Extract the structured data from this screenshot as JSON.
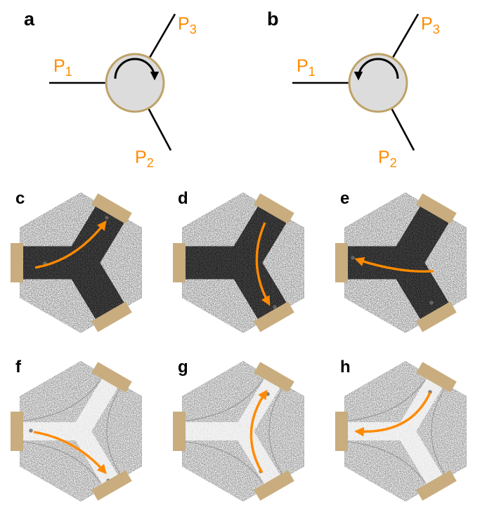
{
  "colors": {
    "orange": "#ff8a00",
    "pad_tan": "#c9ad7e",
    "circle_fill": "#dcdcdc",
    "circle_stroke": "#bfa268",
    "channel_dark": "#1a1a1a",
    "line_black": "#000000"
  },
  "ports": {
    "p1": {
      "base": "P",
      "sub": "1"
    },
    "p2": {
      "base": "P",
      "sub": "2"
    },
    "p3": {
      "base": "P",
      "sub": "3"
    }
  },
  "schematics": [
    {
      "label": "a",
      "rotation_icon": "clockwise-arc-arrow"
    },
    {
      "label": "b",
      "rotation_icon": "counterclockwise-arc-arrow"
    }
  ],
  "micrographs": [
    {
      "label": "c",
      "channel_style": "dark-filled",
      "arrow_icon": "curved-arrow-left-to-top-right"
    },
    {
      "label": "d",
      "channel_style": "dark-filled",
      "arrow_icon": "curved-arrow-top-to-bottom-right"
    },
    {
      "label": "e",
      "channel_style": "dark-filled",
      "arrow_icon": "curved-arrow-right-to-left"
    },
    {
      "label": "f",
      "channel_style": "light-outline",
      "arrow_icon": "curved-arrow-left-to-bottom-right"
    },
    {
      "label": "g",
      "channel_style": "light-outline",
      "arrow_icon": "curved-arrow-bottom-to-top-right"
    },
    {
      "label": "h",
      "channel_style": "light-outline",
      "arrow_icon": "curved-arrow-top-to-left"
    }
  ]
}
